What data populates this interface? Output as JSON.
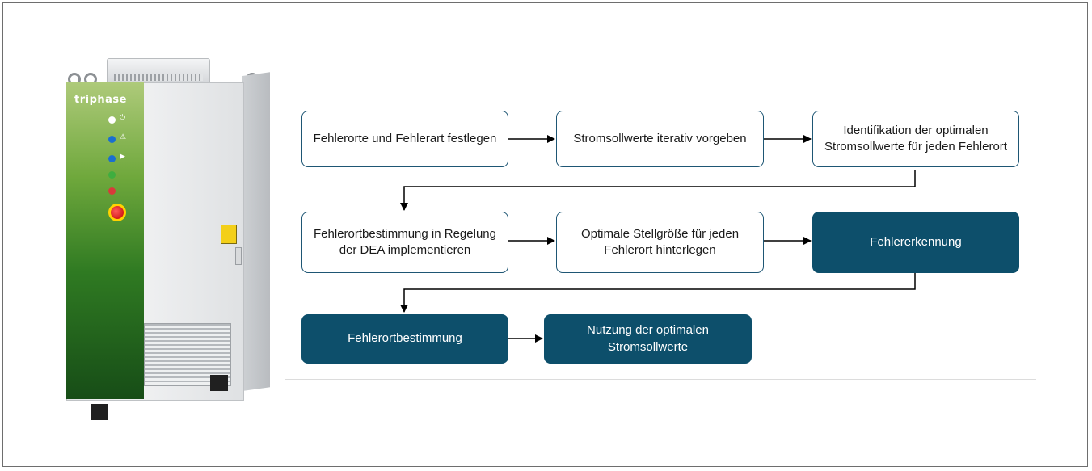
{
  "cabinet": {
    "brand": "triphase",
    "colors": {
      "accent_green": "#2f7a22",
      "body_gray": "#e4e6e8"
    }
  },
  "diagram": {
    "colors": {
      "box_border": "#1e5674",
      "box_dark": "#0d4f6b",
      "arrow": "#000000"
    },
    "steps": [
      {
        "id": "s1",
        "label": "Fehlerorte und Fehlerart festlegen",
        "style": "light"
      },
      {
        "id": "s2",
        "label": "Stromsollwerte iterativ vorgeben",
        "style": "light"
      },
      {
        "id": "s3",
        "label": "Identifikation der optimalen Stromsollwerte für jeden Fehlerort",
        "style": "light"
      },
      {
        "id": "s4",
        "label": "Fehlerortbestimmung in Regelung der DEA implementieren",
        "style": "light"
      },
      {
        "id": "s5",
        "label": "Optimale Stellgröße für jeden Fehlerort hinterlegen",
        "style": "light"
      },
      {
        "id": "s6",
        "label": "Fehlererkennung",
        "style": "dark"
      },
      {
        "id": "s7",
        "label": "Fehlerortbestimmung",
        "style": "dark"
      },
      {
        "id": "s8",
        "label": "Nutzung der optimalen Stromsollwerte",
        "style": "dark"
      }
    ]
  }
}
